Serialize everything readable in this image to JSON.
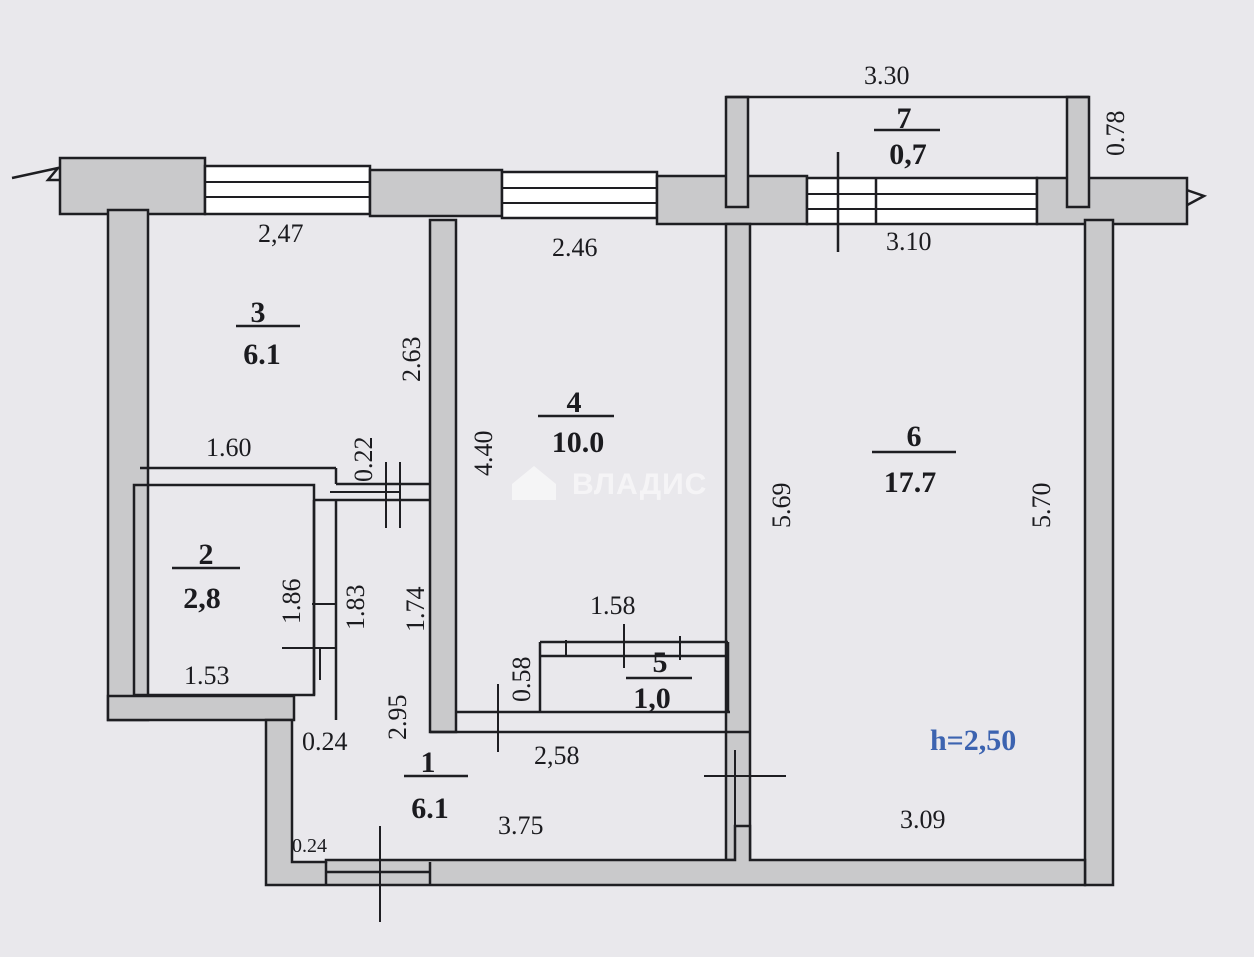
{
  "watermark": {
    "text": "ВЛАДИС",
    "icon": "house-logo-icon"
  },
  "ceiling_height": "h=2,50",
  "rooms": [
    {
      "id": "1",
      "number": "1",
      "area": "6.1"
    },
    {
      "id": "2",
      "number": "2",
      "area": "2,8"
    },
    {
      "id": "3",
      "number": "3",
      "area": "6.1"
    },
    {
      "id": "4",
      "number": "4",
      "area": "10.0"
    },
    {
      "id": "5",
      "number": "5",
      "area": "1,0"
    },
    {
      "id": "6",
      "number": "6",
      "area": "17.7"
    },
    {
      "id": "7",
      "number": "7",
      "area": "0,7"
    }
  ],
  "dimensions": {
    "balcony_width": "3.30",
    "balcony_depth": "0.78",
    "room6_top": "3.10",
    "room3_top": "2,47",
    "room4_top": "2.46",
    "room3_height": "2.63",
    "room3_bottom": "1.60",
    "corridor_gap": "0.22",
    "room4_height": "4.40",
    "room6_left": "5.69",
    "room6_right": "5.70",
    "room2_height": "1.86",
    "corridor_height_a": "1.83",
    "corridor_height_b": "1.74",
    "room5_width": "1.58",
    "room5_height": "0.58",
    "room2_width": "1.53",
    "hall_offset": "0.24",
    "hall_height": "2.95",
    "hall_top": "2,58",
    "hall_corner": "0.24",
    "hall_bottom": "3.75",
    "room6_bottom": "3.09"
  }
}
